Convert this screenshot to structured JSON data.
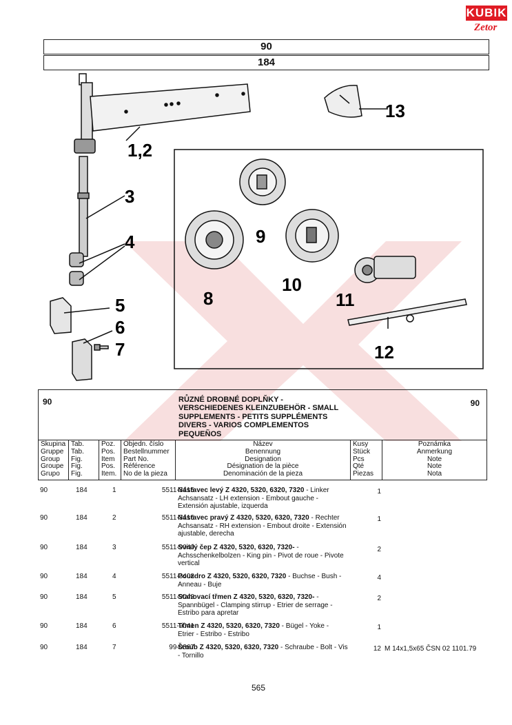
{
  "logo": {
    "brand": "KUBIK",
    "sub": "Zetor"
  },
  "header": {
    "group": "90",
    "table": "184"
  },
  "callouts": [
    "1,2",
    "3",
    "4",
    "5",
    "6",
    "7",
    "8",
    "9",
    "10",
    "11",
    "12",
    "13"
  ],
  "section": {
    "group_left": "90",
    "group_right": "90",
    "title_lines": [
      "RŮZNÉ DROBNÉ DOPLŇKY -",
      "VERSCHIEDENES KLEINZUBEHÖR - SMALL",
      "SUPPLEMENTS - PETITS SUPPLÉMENTS",
      "DIVERS - VARIOS COMPLEMENTOS",
      "PEQUEÑOS"
    ]
  },
  "columns": {
    "group": [
      "Skupina",
      "Gruppe",
      "Group",
      "Groupe",
      "Grupo"
    ],
    "table": [
      "Tab.",
      "Tab.",
      "Fig.",
      "Fig.",
      "Fig."
    ],
    "position": [
      "Poz.",
      "Pos.",
      "Item",
      "Pos.",
      "Item."
    ],
    "part_no": [
      "Objedn. číslo",
      "Bestellnummer",
      "Part No.",
      "Référence",
      "No de la pieza"
    ],
    "name": [
      "Název",
      "Benennung",
      "Designation",
      "Désignation de la pièce",
      "Denominación de la pieza"
    ],
    "qty": [
      "Kusy",
      "Stück",
      "Pcs",
      "Qté",
      "Piezas"
    ],
    "note": [
      "Poznámka",
      "Anmerkung",
      "Note",
      "Note",
      "Nota"
    ]
  },
  "rows": [
    {
      "group": "90",
      "table": "184",
      "pos": "1",
      "part": "5511-3415",
      "name_bold": "Nástavec levý Z 4320, 5320, 6320, 7320",
      "name_lines": [
        "- Linker",
        "Achsansatz - LH extension - Embout gauche -",
        "Extensión ajustable, izquerda"
      ],
      "qty": "1",
      "note": ""
    },
    {
      "group": "90",
      "table": "184",
      "pos": "2",
      "part": "5511-3416",
      "name_bold": "Nástavec pravý Z 4320, 5320, 6320, 7320",
      "name_lines": [
        "- Rechter",
        "Achsansatz - RH extension - Embout droite - Extensión",
        "ajustable, derecha"
      ],
      "qty": "1",
      "note": ""
    },
    {
      "group": "90",
      "table": "184",
      "pos": "3",
      "part": "5511-9040",
      "name_bold": "Svislý čep Z 4320, 5320, 6320, 7320-",
      "name_lines": [
        "-",
        "Achsschenkelbolzen - King pin - Pivot de roue - Pivote",
        "vertical"
      ],
      "qty": "2",
      "note": ""
    },
    {
      "group": "90",
      "table": "184",
      "pos": "4",
      "part": "5511-3408",
      "name_bold": "Pouzdro Z 4320, 5320, 6320, 7320",
      "name_lines": [
        "- Buchse - Bush -",
        "Anneau - Buje"
      ],
      "qty": "4",
      "note": ""
    },
    {
      "group": "90",
      "table": "184",
      "pos": "5",
      "part": "5511-9042",
      "name_bold": "Stahovací třmen Z 4320, 5320, 6320, 7320-",
      "name_lines": [
        "-",
        "Spannbügel - Clamping stirrup - Etrier de serrage -",
        "Estribo para apretar"
      ],
      "qty": "2",
      "note": ""
    },
    {
      "group": "90",
      "table": "184",
      "pos": "6",
      "part": "5511-9041",
      "name_bold": "Třmen Z 4320, 5320, 6320, 7320",
      "name_lines": [
        "- Bügel - Yoke -",
        "Etrier - Estribo - Estribo"
      ],
      "qty": "1",
      "note": ""
    },
    {
      "group": "90",
      "table": "184",
      "pos": "7",
      "part": "99-0367",
      "name_bold": "Šroub Z 4320, 5320, 6320, 7320",
      "name_lines": [
        "- Schraube - Bolt - Vis",
        "- Tornillo"
      ],
      "qty": "12",
      "note": "M 14x1,5x65 ČSN 02 1101.79"
    }
  ],
  "page_number": "565",
  "colors": {
    "brand_red": "#e01b24",
    "watermark": "#f5d0d0"
  }
}
